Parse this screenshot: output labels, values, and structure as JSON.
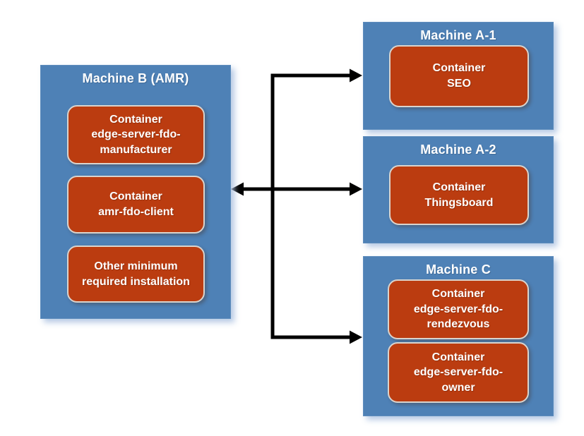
{
  "colors": {
    "machine_fill": "#4E81B6",
    "container_fill": "#BB3C10",
    "arrow": "#000000",
    "text": "#FFFFFF"
  },
  "machines": [
    {
      "id": "machine-b",
      "title": "Machine B (AMR)",
      "containers": [
        {
          "label": "Container\nedge-server-fdo-\nmanufacturer"
        },
        {
          "label": "Container\namr-fdo-client"
        },
        {
          "label": "Other minimum\nrequired installation"
        }
      ]
    },
    {
      "id": "machine-a1",
      "title": "Machine A-1",
      "containers": [
        {
          "label": "Container\nSEO"
        }
      ]
    },
    {
      "id": "machine-a2",
      "title": "Machine A-2",
      "containers": [
        {
          "label": "Container\nThingsboard"
        }
      ]
    },
    {
      "id": "machine-c",
      "title": "Machine C",
      "containers": [
        {
          "label": "Container\nedge-server-fdo-\nrendezvous"
        },
        {
          "label": "Container\nedge-server-fdo-\nowner"
        }
      ]
    }
  ]
}
